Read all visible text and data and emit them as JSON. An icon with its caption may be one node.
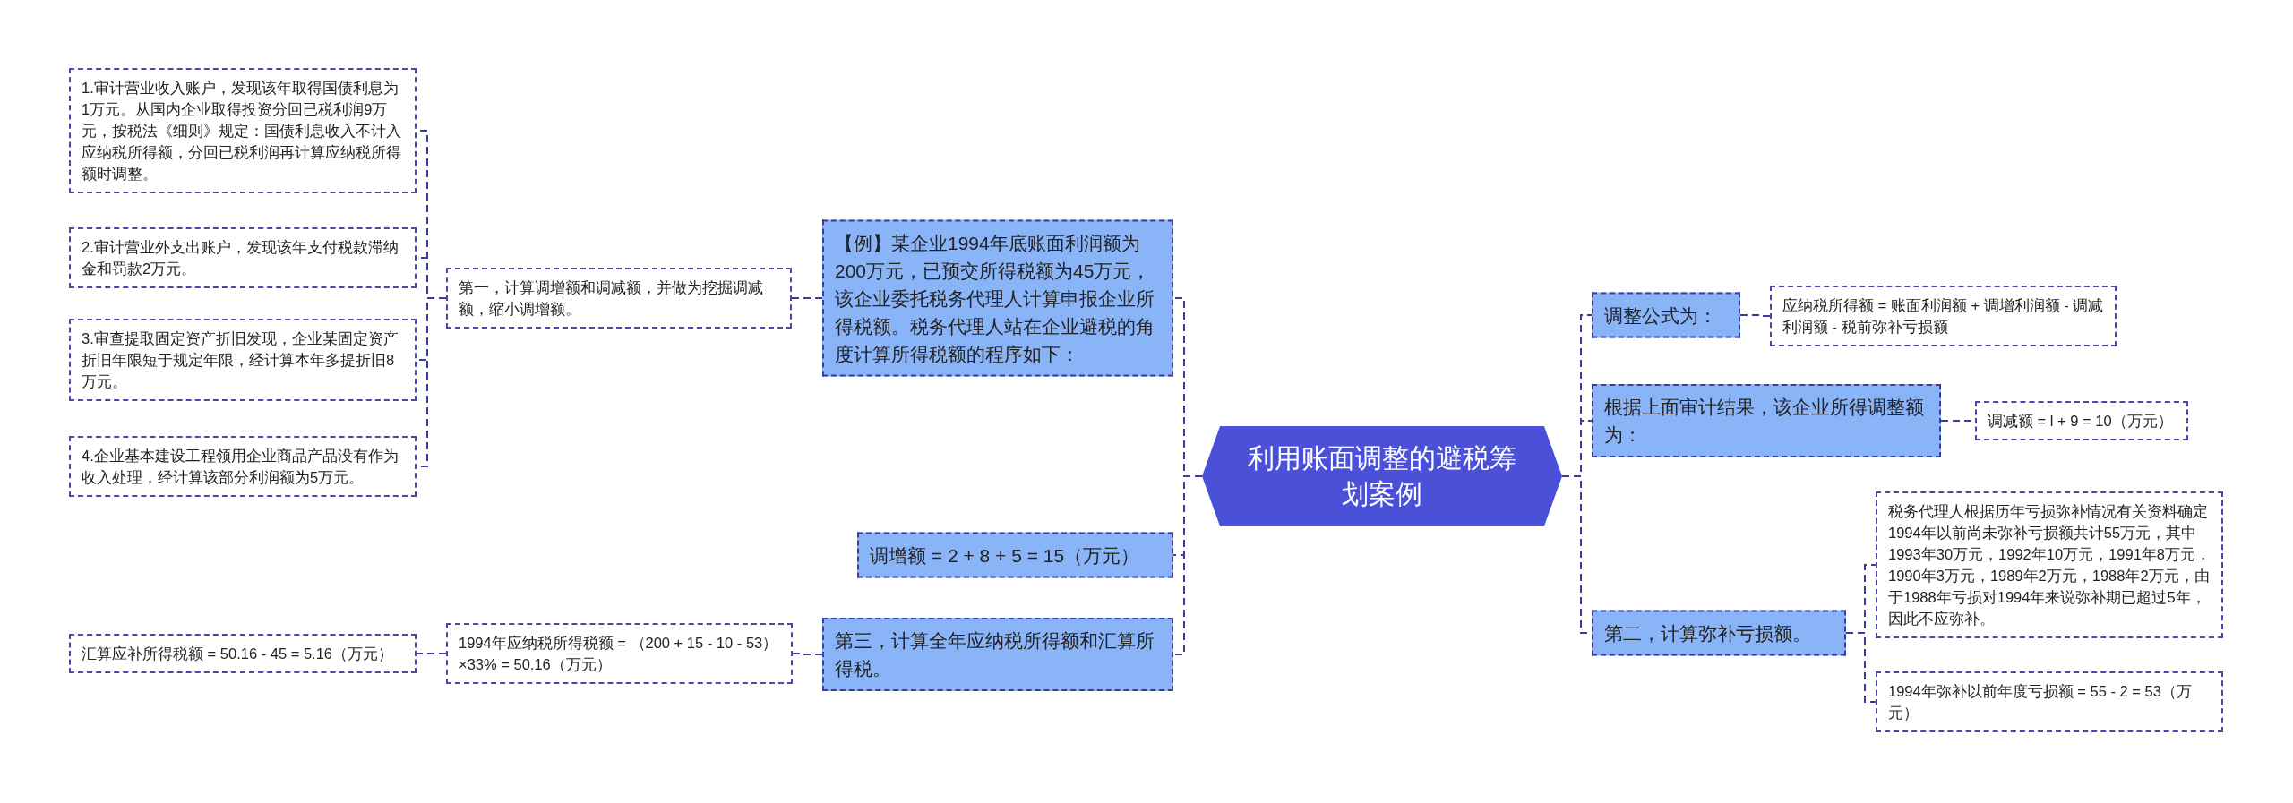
{
  "diagram": {
    "nodes": [
      {
        "text": [
          "利用账面调整的避税筹划案例"
        ]
      },
      {
        "text": [
          "【例】某企业1994年底账面利润额为200万元，已预交所得税额为45万元，该企业委托税务代理人计算申报企业所得税额。税务代理人站在企业避税的角度计算所得税额的程序如下："
        ]
      },
      {
        "text": [
          "第一，计算调增额和调减额，并做为挖掘调减额，缩小调增额。"
        ]
      },
      {
        "text": [
          "1.审计营业收入账户，发现该年取得国债利息为1万元。从国内企业取得投资分回已税利润9万元，按税法《细则》规定：国债利息收入不计入应纳税所得额，分回已税利润再计算应纳税所得额时调整。"
        ]
      },
      {
        "text": [
          "2.审计营业外支出账户，发现该年支付税款滞纳金和罚款2万元。"
        ]
      },
      {
        "text": [
          "3.审查提取固定资产折旧发现，企业某固定资产折旧年限短于规定年限，经计算本年多提折旧8万元。"
        ]
      },
      {
        "text": [
          "4.企业基本建设工程领用企业商品产品没有作为收入处理，经计算该部分利润额为5万元。"
        ]
      },
      {
        "text": [
          "调增额 = 2 + 8 + 5 = 15（万元）"
        ]
      },
      {
        "text": [
          "第三，计算全年应纳税所得额和汇算所得税。"
        ]
      },
      {
        "text": [
          "1994年应纳税所得税额 = （200 + 15 - 10 - 53）×33% = 50.16（万元）"
        ]
      },
      {
        "text": [
          "汇算应补所得税额 = 50.16 - 45 = 5.16（万元）"
        ]
      },
      {
        "text": [
          "调整公式为："
        ]
      },
      {
        "text": [
          "应纳税所得额 = 账面利润额 + 调增利润额 - 调减利润额 - 税前弥补亏损额"
        ]
      },
      {
        "text": [
          "根据上面审计结果，该企业所得调整额为："
        ]
      },
      {
        "text": [
          "调减额 = l + 9 = 10（万元）"
        ]
      },
      {
        "text": [
          "第二，计算弥补亏损额。"
        ]
      },
      {
        "text": [
          "税务代理人根据历年亏损弥补情况有关资料确定1994年以前尚未弥补亏损额共计55万元，其中1993年30万元，1992年10万元，1991年8万元， 1990年3万元，1989年2万元，1988年2万元，由于1988年亏损对1994年来说弥补期已超过5年，因此不应弥补。"
        ]
      },
      {
        "text": [
          "1994年弥补以前年度亏损额 = 55 - 2 = 53（万元）"
        ]
      }
    ],
    "edges": [
      {
        "from": 0,
        "to": 1,
        "arrow": "none"
      },
      {
        "from": 1,
        "to": 2,
        "arrow": "none"
      },
      {
        "from": 2,
        "to": 3,
        "arrow": "none"
      },
      {
        "from": 2,
        "to": 4,
        "arrow": "none"
      },
      {
        "from": 2,
        "to": 5,
        "arrow": "none"
      },
      {
        "from": 2,
        "to": 6,
        "arrow": "none"
      },
      {
        "from": 0,
        "to": 7,
        "arrow": "none"
      },
      {
        "from": 0,
        "to": 8,
        "arrow": "none"
      },
      {
        "from": 8,
        "to": 9,
        "arrow": "none"
      },
      {
        "from": 9,
        "to": 10,
        "arrow": "none"
      },
      {
        "from": 0,
        "to": 11,
        "arrow": "none"
      },
      {
        "from": 11,
        "to": 12,
        "arrow": "none"
      },
      {
        "from": 0,
        "to": 13,
        "arrow": "none"
      },
      {
        "from": 13,
        "to": 14,
        "arrow": "none"
      },
      {
        "from": 0,
        "to": 15,
        "arrow": "none"
      },
      {
        "from": 15,
        "to": 16,
        "arrow": "none"
      },
      {
        "from": 15,
        "to": 17,
        "arrow": "none"
      }
    ]
  }
}
